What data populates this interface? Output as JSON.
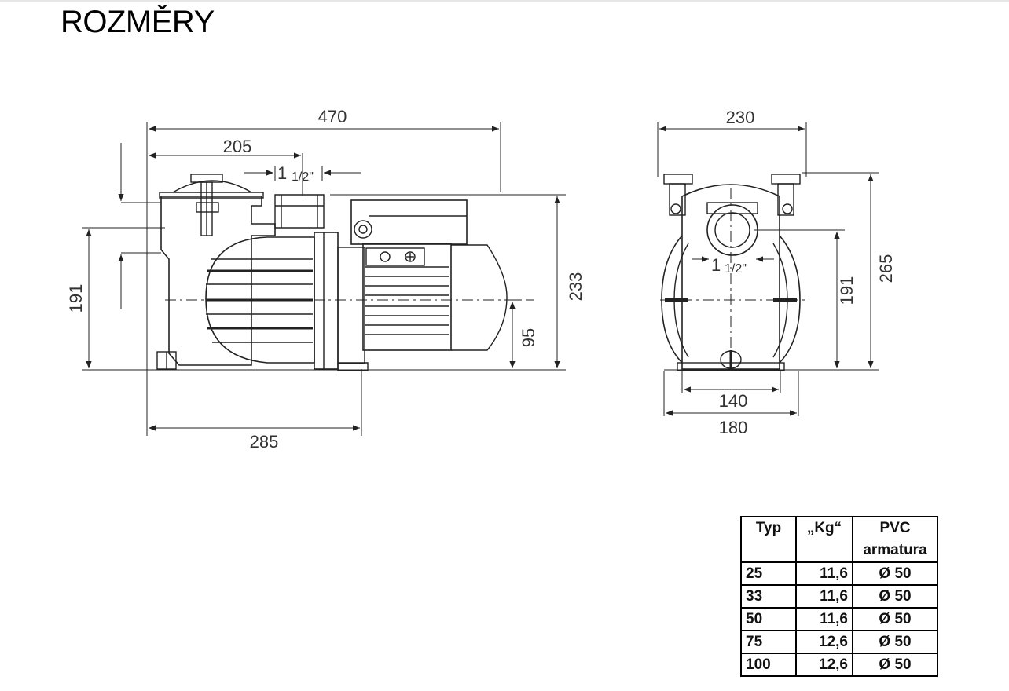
{
  "title": "ROZMĚRY",
  "side_view": {
    "dims": {
      "overall_length": "470",
      "inlet_offset": "205",
      "port_size_main": "1",
      "port_size_fraction": "1/2\"",
      "height_191": "191",
      "height_233": "233",
      "axis_95": "95",
      "base_285": "285"
    }
  },
  "front_view": {
    "dims": {
      "width_230": "230",
      "port_size_main": "1",
      "port_size_fraction": "1/2\"",
      "height_191": "191",
      "height_265": "265",
      "base_140": "140",
      "base_180": "180"
    }
  },
  "spec_table": {
    "headers": [
      "Typ",
      "„Kg“",
      "PVC armatura"
    ],
    "rows": [
      [
        "25",
        "11,6",
        "Ø 50"
      ],
      [
        "33",
        "11,6",
        "Ø 50"
      ],
      [
        "50",
        "11,6",
        "Ø 50"
      ],
      [
        "75",
        "12,6",
        "Ø 50"
      ],
      [
        "100",
        "12,6",
        "Ø 50"
      ]
    ]
  }
}
